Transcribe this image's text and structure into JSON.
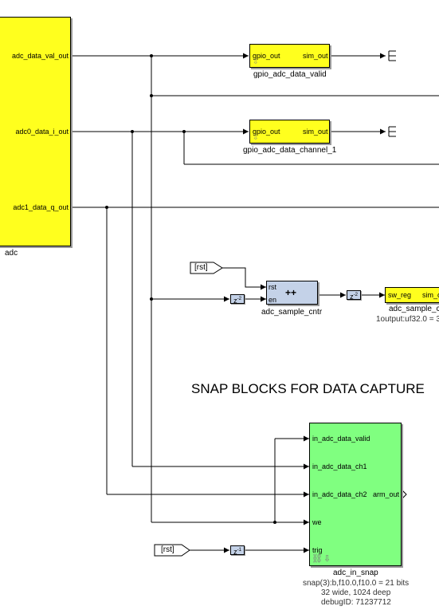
{
  "adc": {
    "ports": [
      "adc_data_val_out",
      "adc0_data_i_out",
      "adc1_data_q_out"
    ],
    "label": "adc"
  },
  "gpio_valid": {
    "in_port": "gpio_out",
    "out_port": "sim_out",
    "label": "gpio_adc_data_valid"
  },
  "gpio_ch1": {
    "in_port": "gpio_out",
    "out_port": "sim_out",
    "label": "gpio_adc_data_channel_1"
  },
  "rst_tag_top": "[rst]",
  "rst_tag_bottom": "[rst]",
  "counter": {
    "ports": [
      "rst",
      "en"
    ],
    "symbol": "++",
    "label": "adc_sample_cntr"
  },
  "delays": {
    "z_sym": "z",
    "en_exp": "-2",
    "cntr_exp": "-2",
    "trig_exp": "-1"
  },
  "sample_reg": {
    "in_port": "sw_reg",
    "out_port": "sim_o",
    "label": "adc_sample_c",
    "info": "1output:uf32.0 = 3"
  },
  "section_heading": "SNAP BLOCKS FOR DATA CAPTURE",
  "snap": {
    "ports": [
      "in_adc_data_valid",
      "in_adc_data_ch1",
      "in_adc_data_ch2",
      "we",
      "trig"
    ],
    "out_port": "arm_out",
    "label": "adc_in_snap",
    "info": [
      "snap(3):b,f10.0,f10.0 = 21 bits",
      "32 wide, 1024 deep",
      "debugID: 71237712"
    ]
  },
  "colors": {
    "yellow_block": "#ffff1e",
    "green_block": "#80ff80",
    "delay_block": "#c4d2e8",
    "wire": "#000000"
  }
}
